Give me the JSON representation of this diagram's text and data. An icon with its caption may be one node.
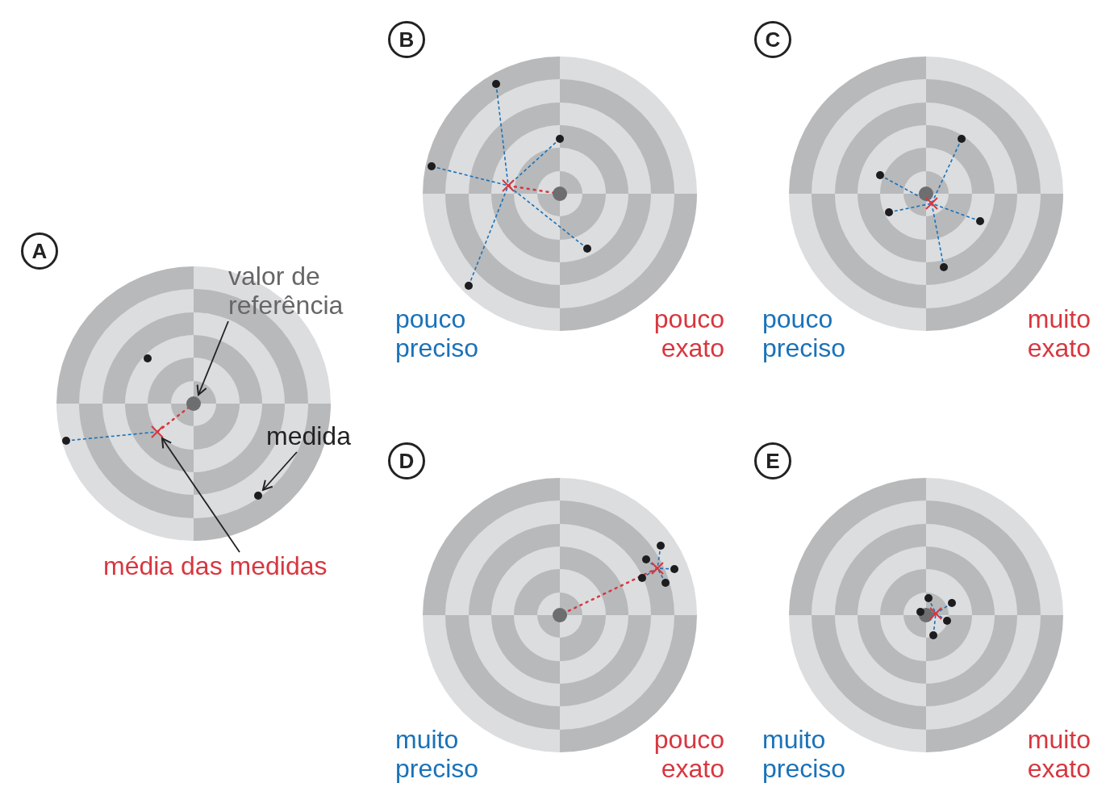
{
  "diagram": {
    "nodes": [
      {
        "text": [
          "valor de referência"
        ]
      },
      {
        "text": [],
        "shape": "circle"
      },
      {
        "text": [
          "medida"
        ]
      },
      {
        "text": [],
        "shape": "circle"
      },
      {
        "text": [
          "média das medidas"
        ]
      },
      {
        "text": [],
        "shape": "cross"
      }
    ],
    "edges": [
      {
        "from": 0,
        "to": 1,
        "arrow": "to"
      },
      {
        "from": 2,
        "to": 3,
        "arrow": "to"
      },
      {
        "from": 4,
        "to": 5,
        "arrow": "to"
      }
    ],
    "labels": [
      "B",
      "C",
      "A",
      "pouco preciso",
      "pouco exato",
      "pouco preciso",
      "muito exato",
      "D",
      "E",
      "muito preciso",
      "pouco exato",
      "muito preciso",
      "muito exato"
    ]
  }
}
